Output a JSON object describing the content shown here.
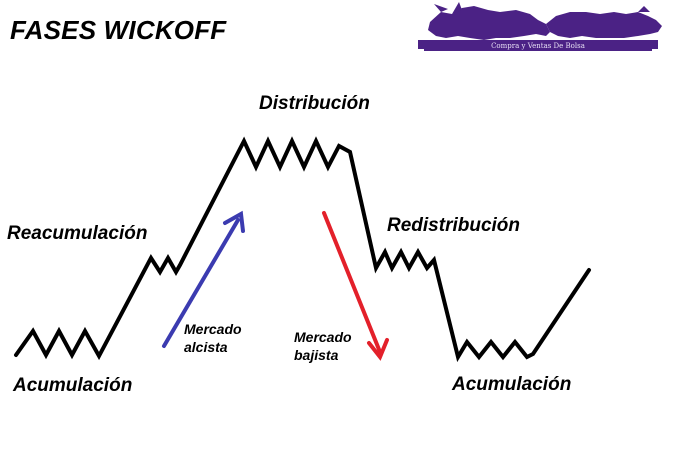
{
  "title": "FASES WICKOFF",
  "phases": {
    "accumulation_1": "Acumulación",
    "reaccumulation": "Reacumulación",
    "distribution": "Distribución",
    "redistribution": "Redistribución",
    "accumulation_2": "Acumulación"
  },
  "markets": {
    "bullish": {
      "line1": "Mercado",
      "line2": "alcista"
    },
    "bearish": {
      "line1": "Mercado",
      "line2": "bajista"
    }
  },
  "logo": {
    "caption": "Compra y Ventas De Bolsa",
    "icon": "bull-bear-logo-icon"
  },
  "colors": {
    "text": "#000000",
    "price_line": "#000000",
    "bullish_arrow": "#3b3bb0",
    "bearish_arrow": "#e3202a",
    "logo": "#4b2285"
  }
}
